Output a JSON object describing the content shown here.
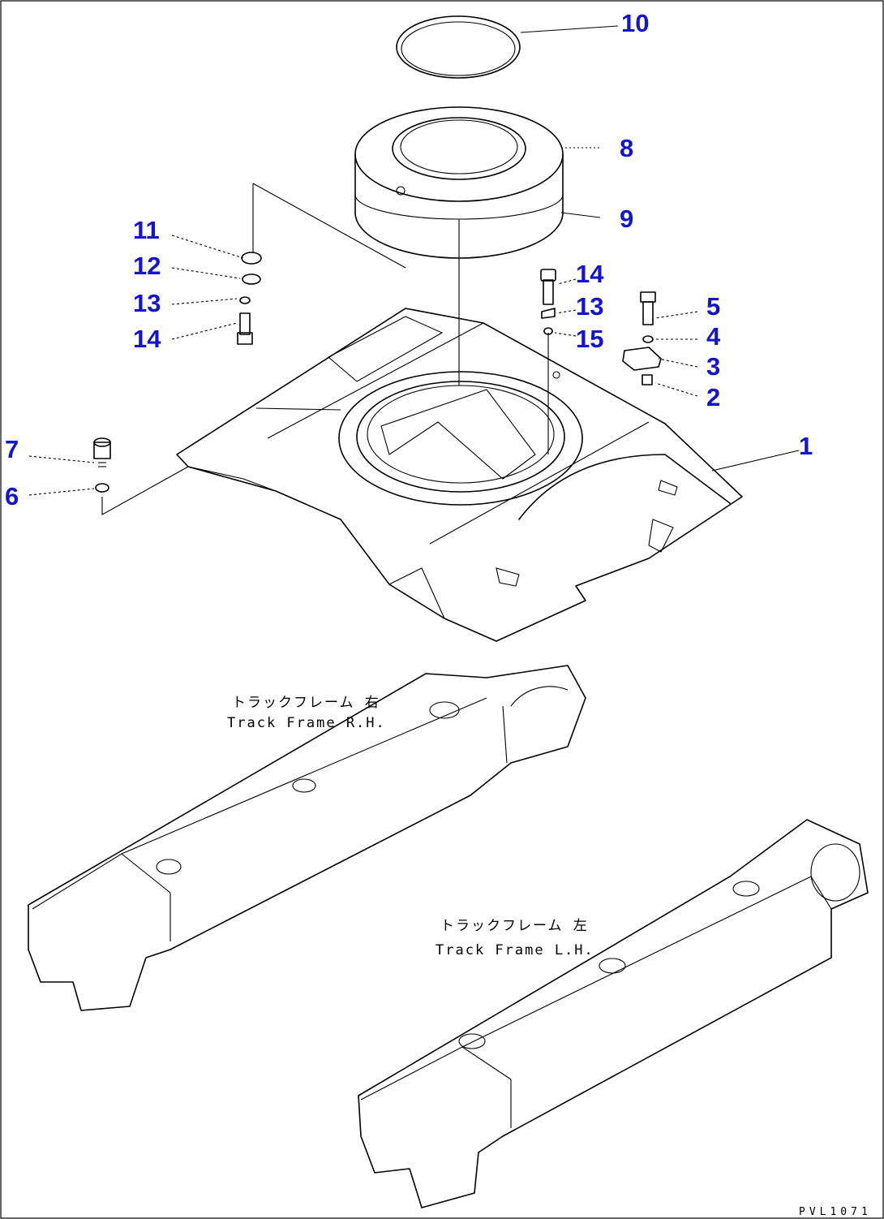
{
  "callouts": {
    "c1": "1",
    "c2": "2",
    "c3": "3",
    "c4": "4",
    "c5": "5",
    "c6": "6",
    "c7": "7",
    "c8": "8",
    "c9": "9",
    "c10": "10",
    "c11": "11",
    "c12": "12",
    "c13a": "13",
    "c14a": "14",
    "c14b": "14",
    "c13b": "13",
    "c15": "15"
  },
  "labels": {
    "track_rh_jp": "トラックフレーム 右",
    "track_rh_en": "Track Frame R.H.",
    "track_lh_jp": "トラックフレーム 左",
    "track_lh_en": "Track Frame L.H."
  },
  "drawing_code": "PVL1071",
  "colors": {
    "callout": "#1414c8",
    "line": "#000000"
  }
}
